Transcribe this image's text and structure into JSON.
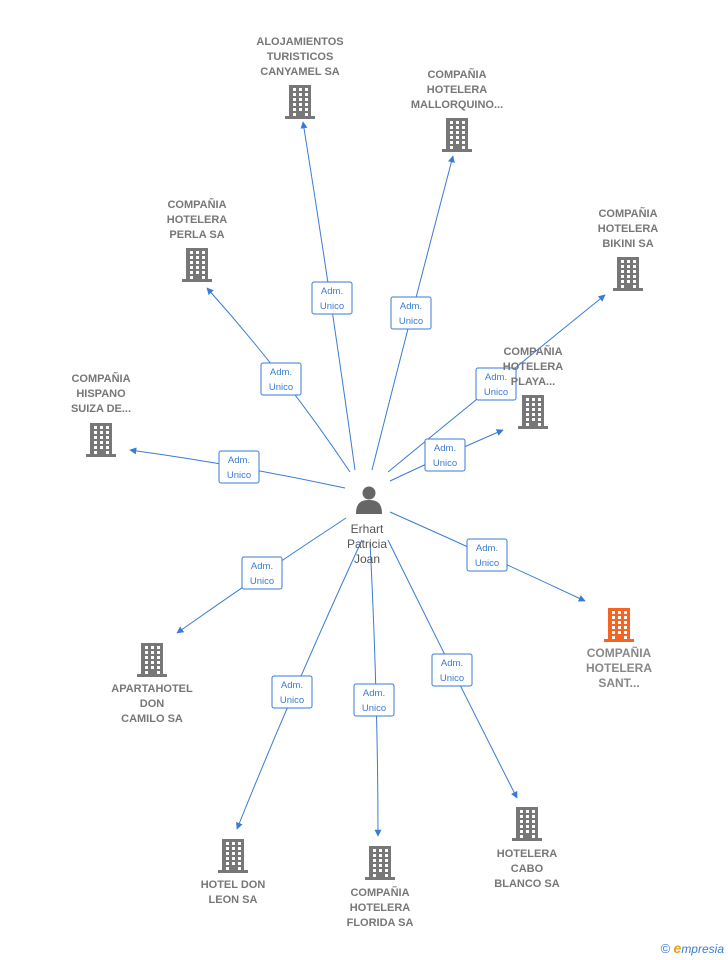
{
  "colors": {
    "edge": "#3a7bd5",
    "building": "#777777",
    "building_highlight": "#f26522",
    "person": "#666666"
  },
  "center": {
    "name_lines": [
      "Erhart",
      "Patricia",
      "Joan"
    ],
    "icon": "person-icon"
  },
  "edge_label": [
    "Adm.",
    "Unico"
  ],
  "nodes": [
    {
      "id": "n1",
      "lines": [
        "ALOJAMIENTOS",
        "TURISTICOS",
        "CANYAMEL SA"
      ],
      "highlight": false
    },
    {
      "id": "n2",
      "lines": [
        "COMPAÑIA",
        "HOTELERA",
        "MALLORQUINO..."
      ],
      "highlight": false
    },
    {
      "id": "n3",
      "lines": [
        "COMPAÑIA",
        "HOTELERA",
        "PERLA SA"
      ],
      "highlight": false
    },
    {
      "id": "n4",
      "lines": [
        "COMPAÑIA",
        "HOTELERA",
        "BIKINI SA"
      ],
      "highlight": false
    },
    {
      "id": "n5",
      "lines": [
        "COMPAÑIA",
        "HOTELERA",
        "PLAYA..."
      ],
      "highlight": false
    },
    {
      "id": "n6",
      "lines": [
        "COMPAÑIA",
        "HISPANO",
        "SUIZA DE..."
      ],
      "highlight": false
    },
    {
      "id": "n7",
      "lines": [
        "COMPAÑIA",
        "HOTELERA",
        "SANT..."
      ],
      "highlight": true
    },
    {
      "id": "n8",
      "lines": [
        "APARTAHOTEL",
        "DON",
        "CAMILO SA"
      ],
      "highlight": false
    },
    {
      "id": "n9",
      "lines": [
        "HOTELERA",
        "CABO",
        "BLANCO SA"
      ],
      "highlight": false
    },
    {
      "id": "n10",
      "lines": [
        "HOTEL DON",
        "LEON SA"
      ],
      "highlight": false
    },
    {
      "id": "n11",
      "lines": [
        "COMPAÑIA",
        "HOTELERA",
        "FLORIDA SA"
      ],
      "highlight": false
    }
  ],
  "footer": {
    "copyright": "©",
    "brand_initial": "e",
    "brand_rest": "mpresia"
  }
}
